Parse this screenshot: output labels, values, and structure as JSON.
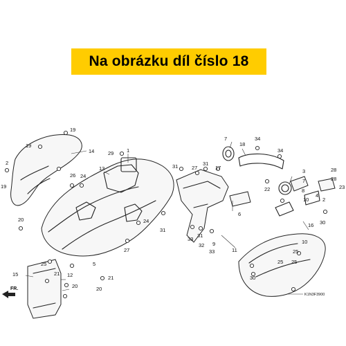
{
  "banner": {
    "text": "Na obrázku díl číslo 18",
    "color": "#ffcc00"
  },
  "diagram_code": "K1N3F3900",
  "direction_label": "FR.",
  "callouts": [
    "19",
    "19",
    "14",
    "1",
    "2",
    "19",
    "13",
    "26",
    "24",
    "29",
    "31",
    "27",
    "31",
    "17",
    "7",
    "18",
    "34",
    "34",
    "3",
    "28",
    "28",
    "22",
    "30",
    "23",
    "8",
    "7",
    "10",
    "4",
    "2",
    "16",
    "10",
    "25",
    "25",
    "25",
    "11",
    "6",
    "33",
    "33",
    "31",
    "32",
    "9",
    "31",
    "24",
    "5",
    "27",
    "25",
    "20",
    "15",
    "12",
    "21",
    "20",
    "20",
    "21",
    "30"
  ]
}
